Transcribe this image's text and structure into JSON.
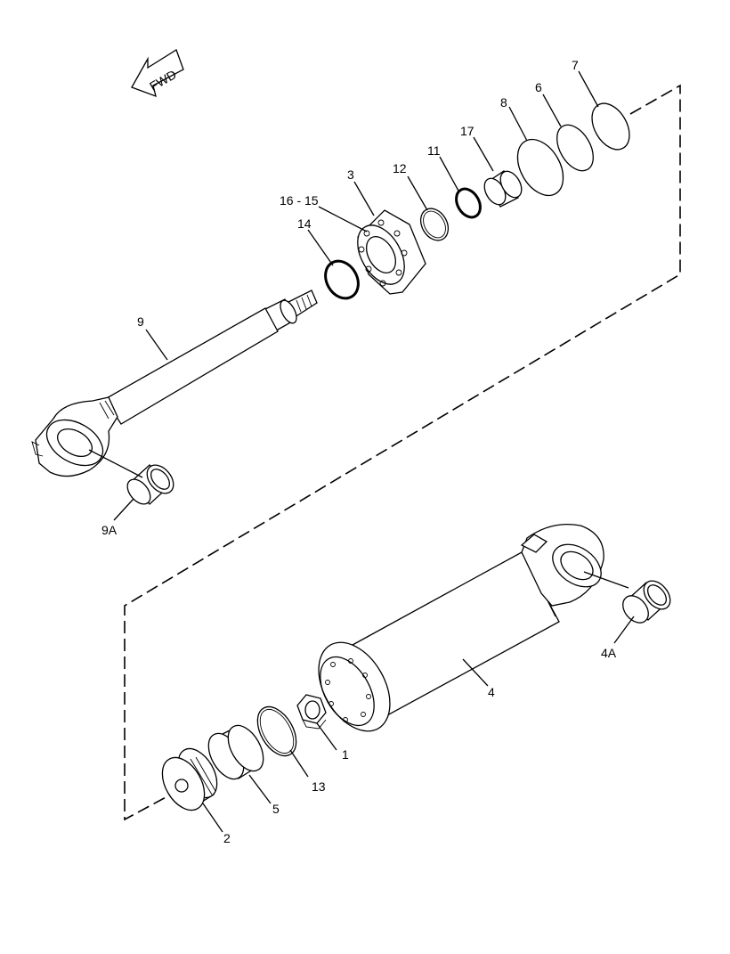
{
  "diagram": {
    "direction_label": "FWD",
    "callouts": {
      "c1": "1",
      "c2": "2",
      "c3": "3",
      "c4": "4",
      "c4a": "4A",
      "c5": "5",
      "c6": "6",
      "c7": "7",
      "c8": "8",
      "c9": "9",
      "c9a": "9A",
      "c11": "11",
      "c12": "12",
      "c13": "13",
      "c14": "14",
      "c1615": "16 - 15",
      "c17": "17"
    }
  }
}
